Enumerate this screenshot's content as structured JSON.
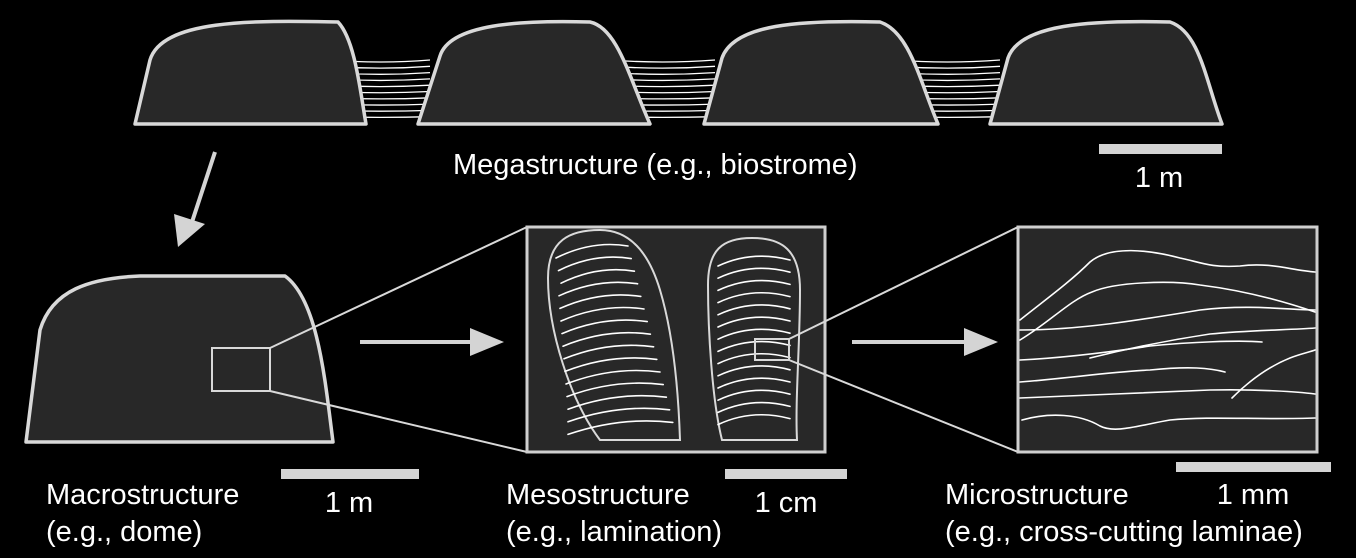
{
  "megastructure": {
    "label": "Megastructure (e.g., biostrome)",
    "scale_label": "1 m"
  },
  "macrostructure": {
    "label_line1": "Macrostructure",
    "label_line2": "(e.g., dome)",
    "scale_label": "1 m"
  },
  "mesostructure": {
    "label_line1": "Mesostructure",
    "label_line2": "(e.g., lamination)",
    "scale_label": "1 cm"
  },
  "microstructure": {
    "label_line1": "Microstructure",
    "label_line2": "(e.g., cross-cutting laminae)",
    "scale_label": "1 mm"
  },
  "colors": {
    "background": "#000000",
    "shape_fill": "#282828",
    "outline": "#d9d9d9",
    "text": "#ffffff"
  }
}
